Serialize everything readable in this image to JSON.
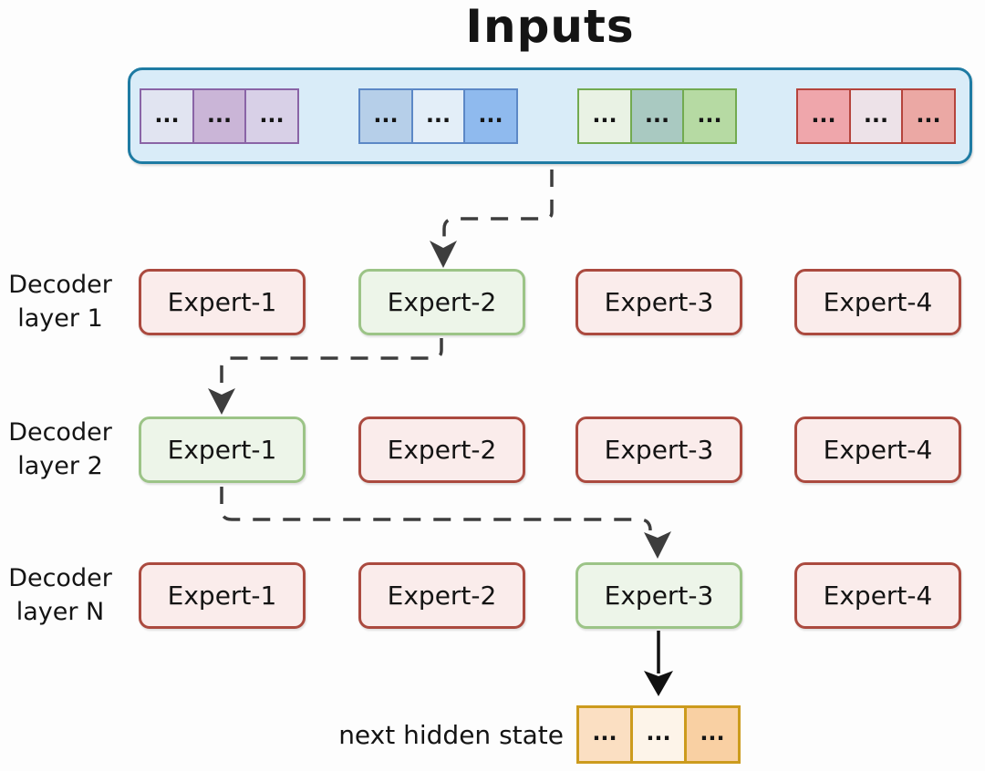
{
  "title": "Inputs",
  "input_panel": {
    "token_ellipsis": "...",
    "container_border": "#1e7ba3",
    "container_fill": "#d9ecf8",
    "groups": [
      {
        "name": "purple-token-group",
        "border": "#8a64a6",
        "cell_fills": [
          "#e1e4f1",
          "#cab5d7",
          "#d8d0e7"
        ]
      },
      {
        "name": "blue-token-group",
        "border": "#5c88c6",
        "cell_fills": [
          "#b6cfe9",
          "#e3eef8",
          "#8fbaee"
        ]
      },
      {
        "name": "green-token-group",
        "border": "#72aa50",
        "cell_fills": [
          "#e9f2e4",
          "#a9c9c1",
          "#b6daa3"
        ]
      },
      {
        "name": "red-token-group",
        "border": "#b5443c",
        "cell_fills": [
          "#efa6ab",
          "#ede2e8",
          "#eba8a4"
        ]
      }
    ]
  },
  "rows": [
    {
      "label_line1": "Decoder",
      "label_line2": "layer 1",
      "experts": [
        {
          "label": "Expert-1",
          "selected": false
        },
        {
          "label": "Expert-2",
          "selected": true
        },
        {
          "label": "Expert-3",
          "selected": false
        },
        {
          "label": "Expert-4",
          "selected": false
        }
      ]
    },
    {
      "label_line1": "Decoder",
      "label_line2": "layer 2",
      "experts": [
        {
          "label": "Expert-1",
          "selected": true
        },
        {
          "label": "Expert-2",
          "selected": false
        },
        {
          "label": "Expert-3",
          "selected": false
        },
        {
          "label": "Expert-4",
          "selected": false
        }
      ]
    },
    {
      "label_line1": "Decoder",
      "label_line2": "layer N",
      "experts": [
        {
          "label": "Expert-1",
          "selected": false
        },
        {
          "label": "Expert-2",
          "selected": false
        },
        {
          "label": "Expert-3",
          "selected": true
        },
        {
          "label": "Expert-4",
          "selected": false
        }
      ]
    }
  ],
  "routing": [
    {
      "from": "inputs",
      "to": "decoder-layer-1-expert-2",
      "style": "dashed"
    },
    {
      "from": "decoder-layer-1-expert-2",
      "to": "decoder-layer-2-expert-1",
      "style": "dashed"
    },
    {
      "from": "decoder-layer-2-expert-1",
      "to": "decoder-layer-n-expert-3",
      "style": "dashed"
    },
    {
      "from": "decoder-layer-n-expert-3",
      "to": "next-hidden-state",
      "style": "solid"
    }
  ],
  "output": {
    "label": "next hidden state",
    "token_ellipsis": "...",
    "border": "#cc9b1d",
    "cell_fills": [
      "#fbdfc2",
      "#fdf4e9",
      "#f9d0a3"
    ]
  },
  "colors": {
    "selected_expert_border": "#9cc487",
    "selected_expert_fill": "#edf5e9",
    "unselected_expert_border": "#ab4a3f",
    "unselected_expert_fill": "#faeceb",
    "dash_arrow": "#3d3d3d",
    "solid_arrow": "#111111"
  }
}
